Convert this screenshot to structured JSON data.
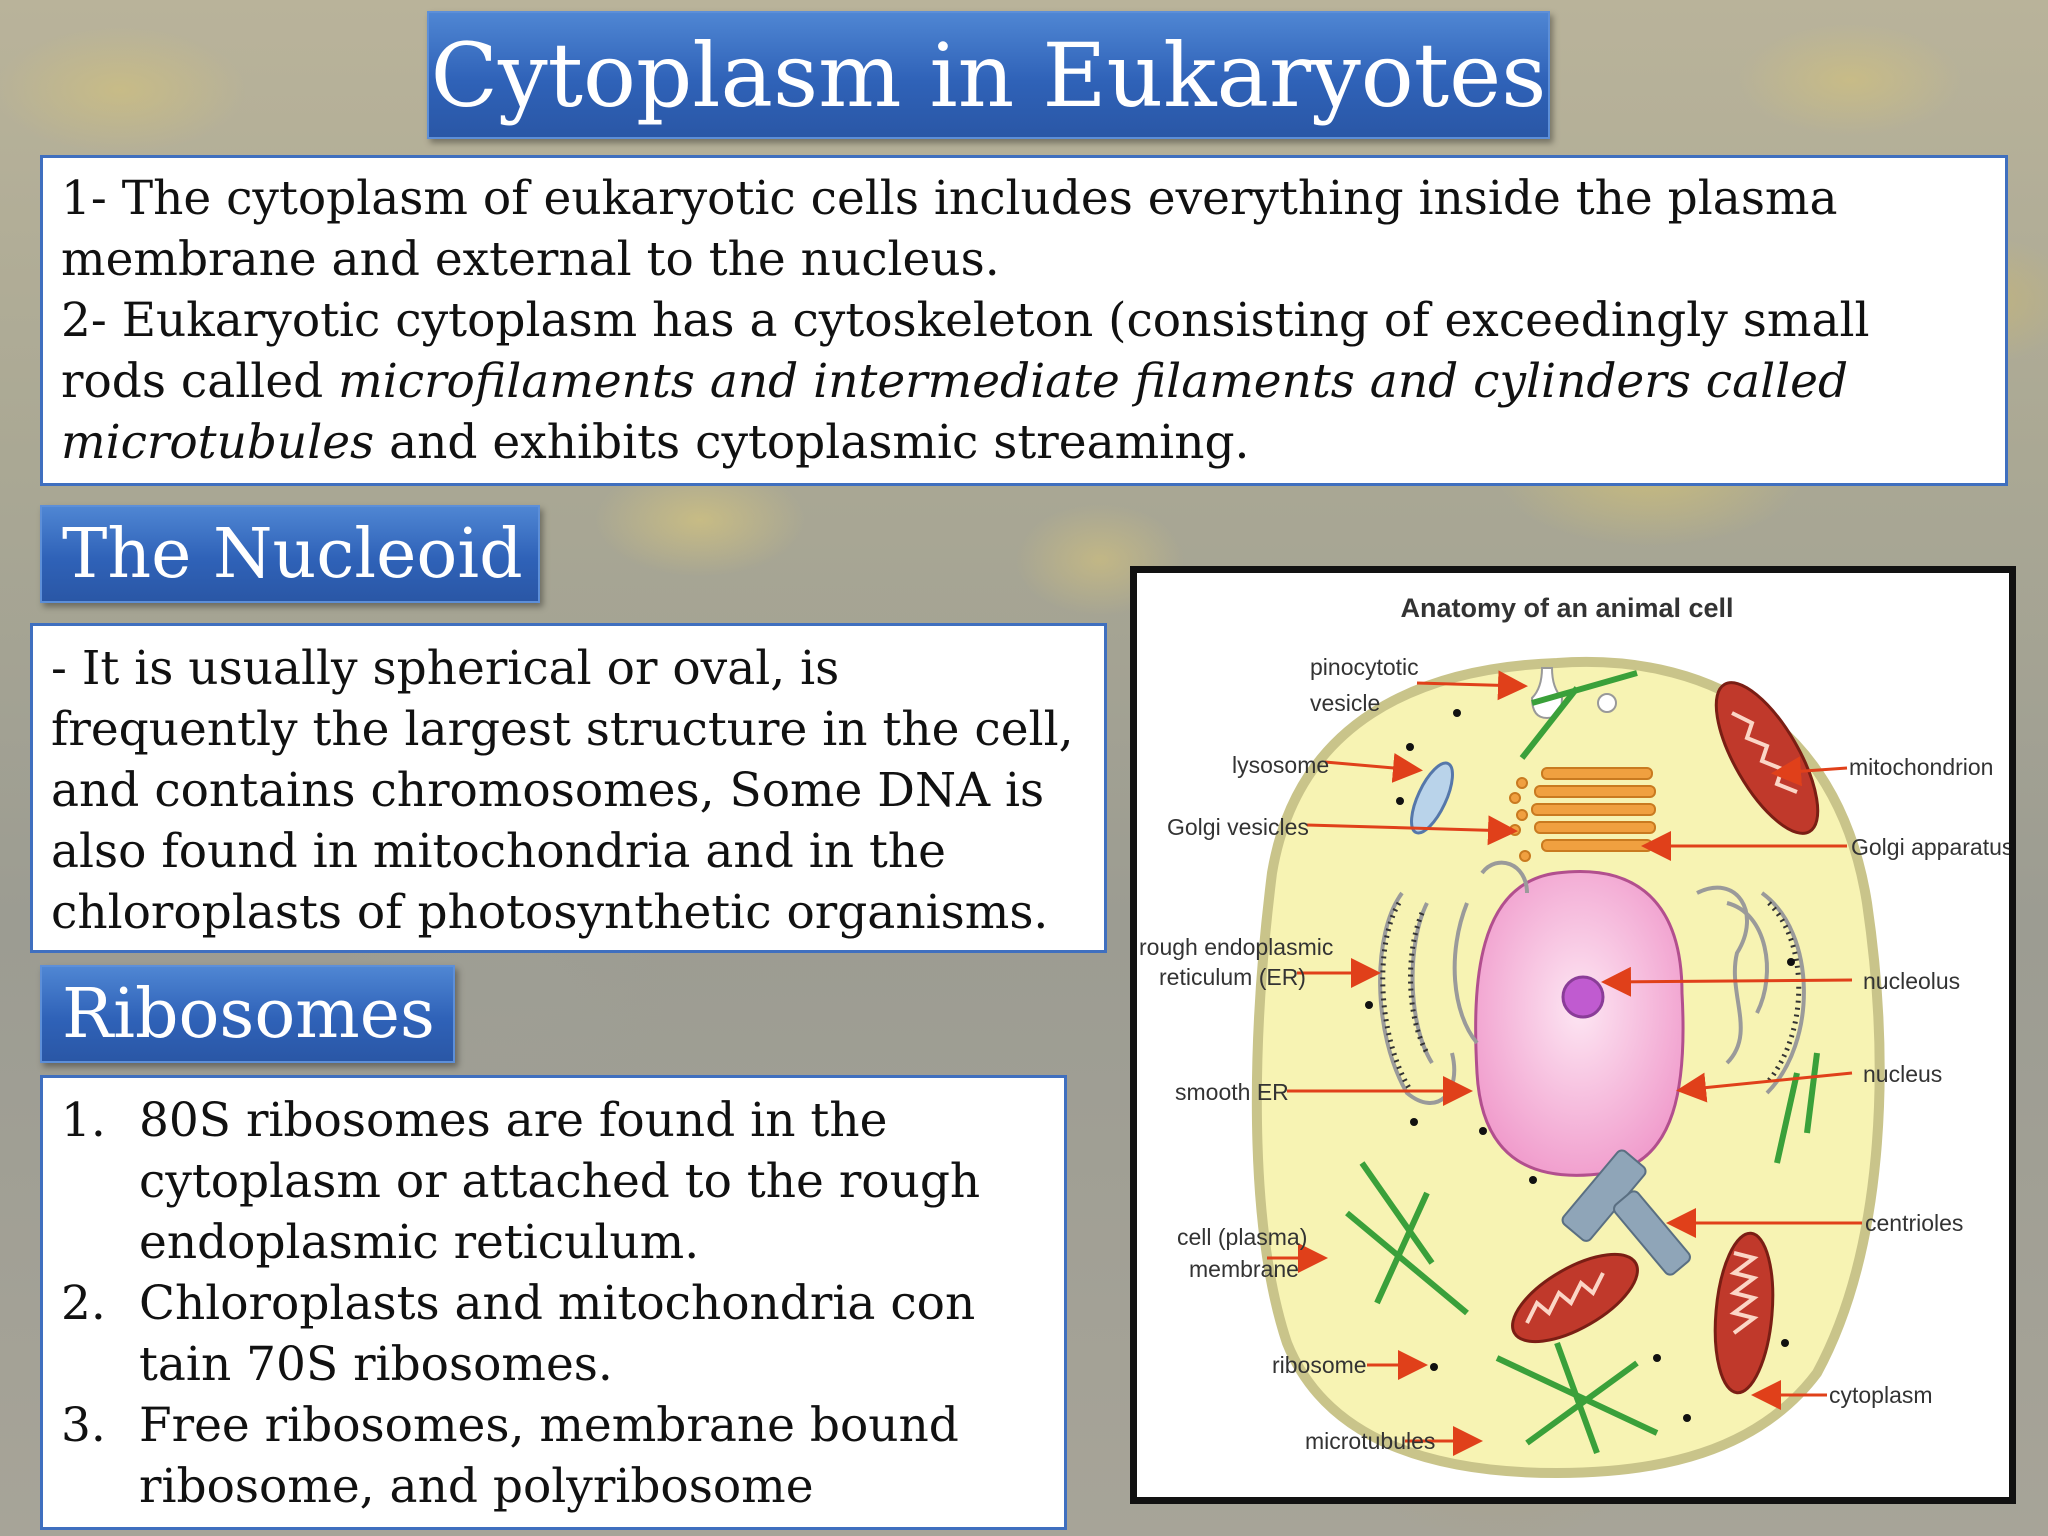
{
  "title": "Cytoplasm in Eukaryotes",
  "intro": {
    "line1": "1- The cytoplasm of eukaryotic cells includes everything inside the plasma membrane and external to the nucleus.",
    "line2_prefix": "2- Eukaryotic cytoplasm has a cytoskeleton (consisting of exceedingly small rods  called ",
    "line2_italic": "microfilaments and intermediate filaments and cylinders called microtubules",
    "line2_suffix": " and exhibits cytoplasmic streaming."
  },
  "nucleoid": {
    "title": "The Nucleoid",
    "text": "- It is usually spherical or oval, is frequently the largest structure in the cell, and contains chromosomes, Some DNA is also found in mitochondria and in the chloroplasts of photosynthetic organisms."
  },
  "ribosomes": {
    "title": "Ribosomes",
    "items": [
      {
        "num": "1.",
        "text": "80S ribosomes are found in the cytoplasm or attached to the rough endoplasmic reticulum."
      },
      {
        "num": "2.",
        "text": " Chloroplasts and mitochondria con tain 70S ribosomes."
      },
      {
        "num": "3.",
        "text": " Free ribosomes, membrane bound ribosome, and  polyribosome"
      }
    ]
  },
  "diagram": {
    "title": "Anatomy of an animal cell",
    "labels": {
      "pinocytotic_1": "pinocytotic",
      "pinocytotic_2": "vesicle",
      "lysosome": "lysosome",
      "golgi_vesicles": "Golgi vesicles",
      "rough_er_1": "rough endoplasmic",
      "rough_er_2": "reticulum (ER)",
      "smooth_er": "smooth ER",
      "cell_membrane_1": "cell (plasma)",
      "cell_membrane_2": "membrane",
      "ribosome": "ribosome",
      "microtubules": "microtubules",
      "mitochondrion": "mitochondrion",
      "golgi_apparatus": "Golgi apparatus",
      "nucleolus": "nucleolus",
      "nucleus": "nucleus",
      "centrioles": "centrioles",
      "cytoplasm": "cytoplasm"
    },
    "colors": {
      "cytoplasm_fill": "#f7f3b3",
      "membrane": "#c9c48a",
      "nucleus": "#f2a6d2",
      "nucleolus": "#c05bd0",
      "mitochondria": "#c0392b",
      "golgi": "#f0a040",
      "microtubules": "#3aa03a",
      "arrows": "#e0401a"
    }
  }
}
